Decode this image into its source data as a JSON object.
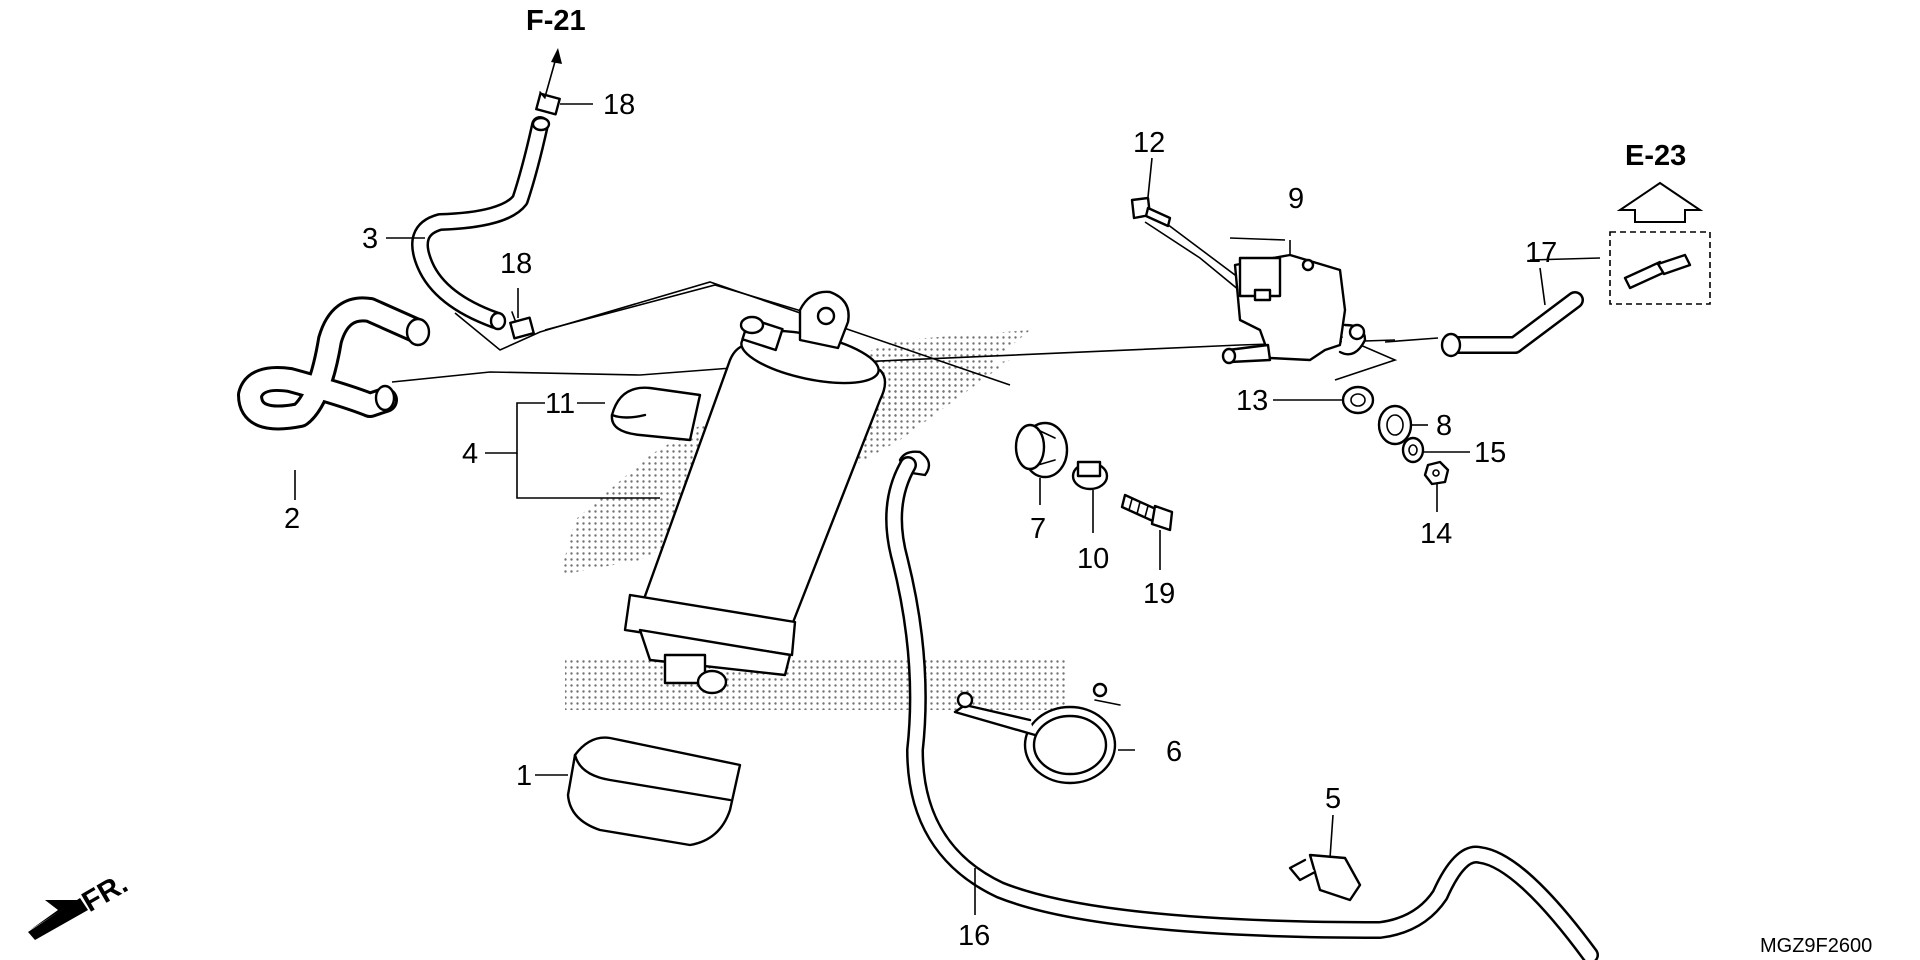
{
  "callouts": {
    "c1": "1",
    "c2": "2",
    "c3": "3",
    "c4": "4",
    "c5": "5",
    "c6": "6",
    "c7": "7",
    "c8": "8",
    "c9": "9",
    "c10": "10",
    "c11": "11",
    "c12": "12",
    "c13": "13",
    "c14": "14",
    "c15": "15",
    "c16": "16",
    "c17": "17",
    "c18a": "18",
    "c18b": "18",
    "c19": "19"
  },
  "references": {
    "up": "F-21",
    "right": "E-23"
  },
  "front_label": "FR.",
  "diagram_code": "MGZ9F2600",
  "icons": {
    "front": "arrow-down-left-icon",
    "f21": "arrow-up-icon",
    "e23": "outline-arrow-up-icon"
  }
}
